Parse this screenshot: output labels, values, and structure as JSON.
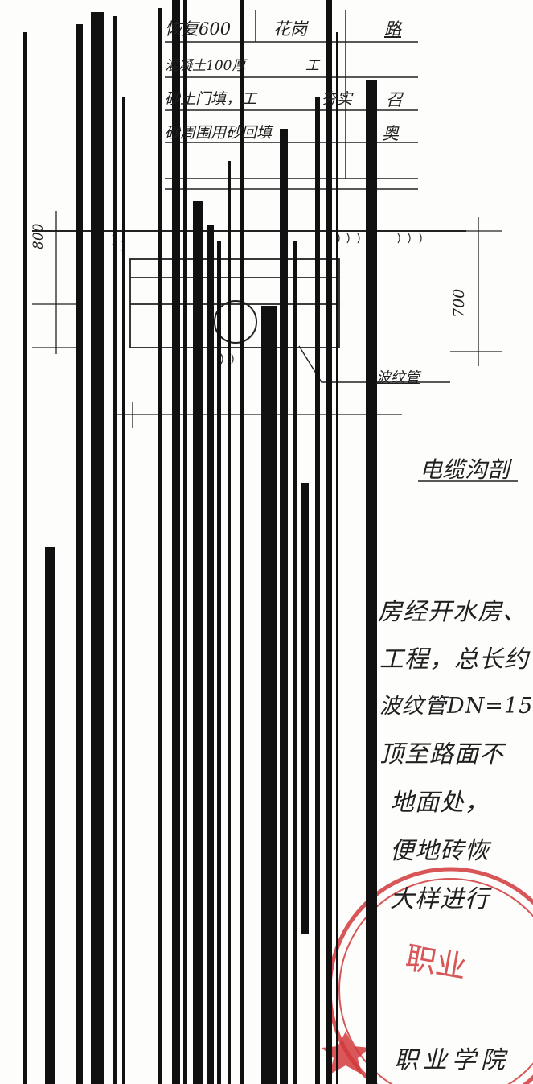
{
  "header_table": {
    "row1": {
      "left": "恢复600",
      "mid": "花岗",
      "right": "路"
    },
    "row2": {
      "left": "混凝土100厚",
      "mid": "工"
    },
    "row3": {
      "left": "砂土门填，工",
      "mid": "夯实",
      "right": "召"
    },
    "row4": {
      "left": "砂周围用砂回填",
      "right": "奥"
    }
  },
  "drawing": {
    "dim_left": "800",
    "dim_right": "700",
    "pipe_label": "波纹管",
    "section_title": "电缆沟剖"
  },
  "notes": [
    "房经开水房、",
    "工程，总长约",
    "波纹管DN=15",
    "顶至路面不",
    "地面处，",
    "便地砖恢",
    "大样进行"
  ],
  "stamp": {
    "arc_text": "职业",
    "footer_text": "职业学院"
  },
  "colors": {
    "ink": "#1a1a1a",
    "stamp_red": "#d2383c",
    "paper": "#fdfdfb"
  }
}
